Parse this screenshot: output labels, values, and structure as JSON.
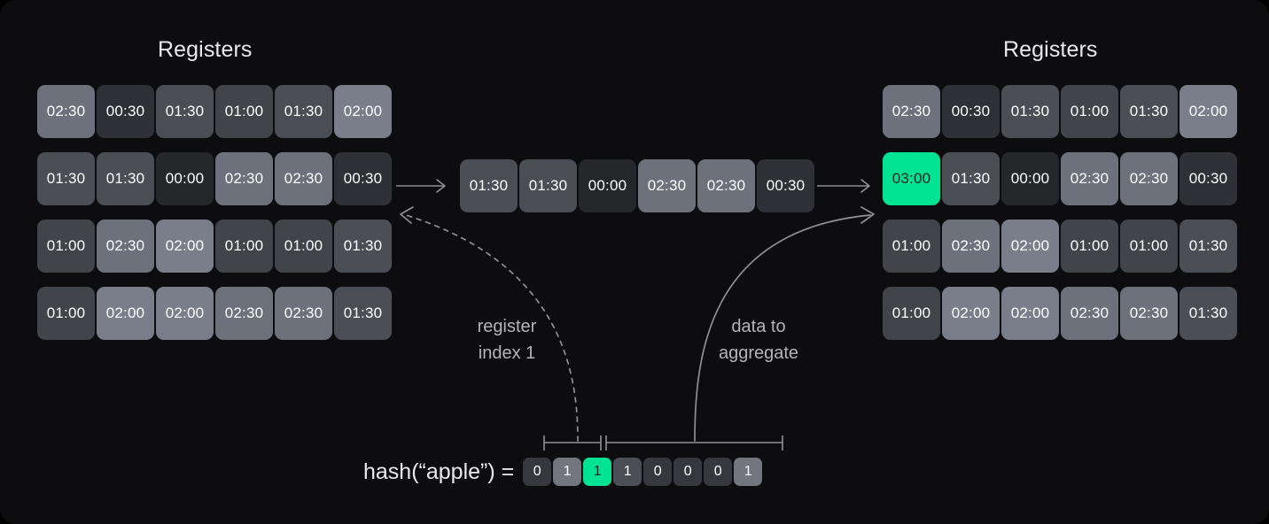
{
  "panels": {
    "left": {
      "title": "Registers"
    },
    "right": {
      "title": "Registers"
    }
  },
  "registers_left": {
    "rows": [
      [
        "02:30",
        "00:30",
        "01:30",
        "01:00",
        "01:30",
        "02:00"
      ],
      [
        "01:30",
        "01:30",
        "00:00",
        "02:30",
        "02:30",
        "00:30"
      ],
      [
        "01:00",
        "02:30",
        "02:00",
        "01:00",
        "01:00",
        "01:30"
      ],
      [
        "01:00",
        "02:00",
        "02:00",
        "02:30",
        "02:30",
        "01:30"
      ]
    ]
  },
  "registers_right": {
    "rows": [
      [
        "02:30",
        "00:30",
        "01:30",
        "01:00",
        "01:30",
        "02:00"
      ],
      [
        "03:00",
        "01:30",
        "00:00",
        "02:30",
        "02:30",
        "00:30"
      ],
      [
        "01:00",
        "02:30",
        "02:00",
        "01:00",
        "01:00",
        "01:30"
      ],
      [
        "01:00",
        "02:00",
        "02:00",
        "02:30",
        "02:30",
        "01:30"
      ]
    ],
    "highlight": {
      "row": 1,
      "col": 0,
      "value": "03:00"
    }
  },
  "middle_row": {
    "cells": [
      "01:30",
      "01:30",
      "00:00",
      "02:30",
      "02:30",
      "00:30"
    ]
  },
  "connectors": {
    "index_label": "register\nindex 1",
    "aggregate_label": "data to\naggregate"
  },
  "hash": {
    "expression": "hash(“apple”) =",
    "bits": [
      "0",
      "1",
      "1",
      "1",
      "0",
      "0",
      "0",
      "1"
    ],
    "highlighted_bit_index": 2,
    "bit_shades": [
      "dark",
      "light",
      "accent",
      "mid",
      "dark",
      "dark",
      "dark",
      "light"
    ]
  },
  "colors": {
    "background": "#0d0d0f",
    "accent": "#00e394",
    "text": "#e9e9ea",
    "muted_text": "#b3b4b8",
    "stroke": "#8e9096"
  }
}
